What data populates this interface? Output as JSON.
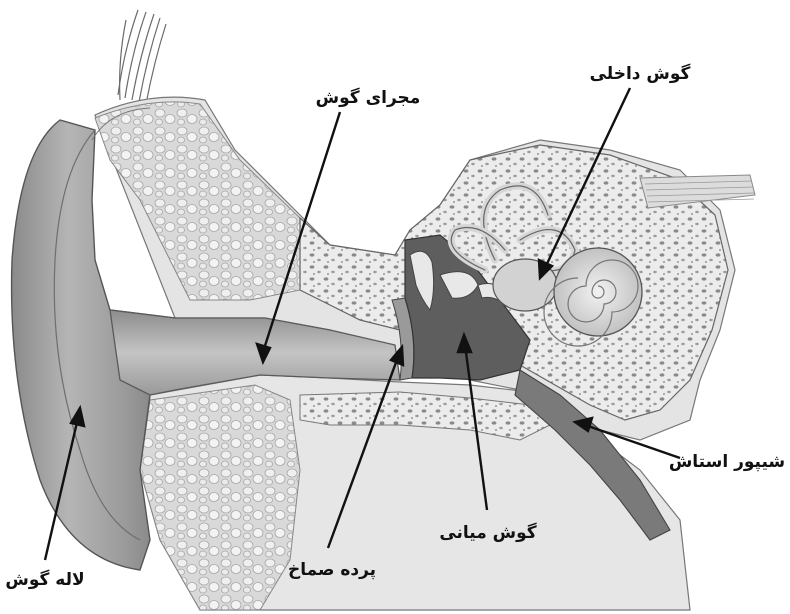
{
  "diagram": {
    "labels": {
      "ear_canal": "مجرای گوش",
      "inner_ear": "گوش داخلی",
      "eustachian_tube": "شیپور استاش",
      "middle_ear": "گوش میانی",
      "eardrum": "پرده صماخ",
      "auricle": "لاله گوش"
    }
  },
  "colors": {
    "ink": "#111111",
    "skin_dark": "#7d7d7d",
    "skin_mid": "#a9a9a9",
    "skin_light": "#d4d4d4",
    "bone": "#e9e9e9",
    "cavity": "#5a5a5a",
    "paper": "#ffffff"
  }
}
